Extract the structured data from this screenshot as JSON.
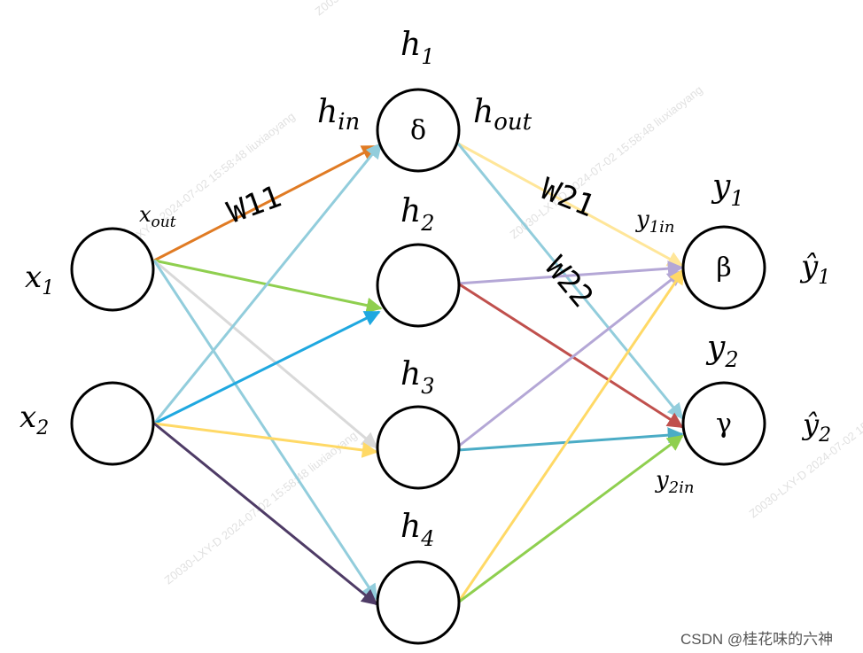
{
  "colors": {
    "orange": "#e07b24",
    "green": "#8fcf4f",
    "light_gray": "#d9d9d9",
    "light_blue": "#92cddc",
    "blue": "#1fa8e0",
    "yellow": "#ffd966",
    "dark_purple": "#4e3b66",
    "light_yellow": "#ffe699",
    "lavender": "#b4a7d6",
    "brown_red": "#c0504d",
    "teal": "#4bacc6"
  },
  "nodes": {
    "x1": {
      "label_main": "x",
      "label_sub": "1",
      "symbol": ""
    },
    "x2": {
      "label_main": "x",
      "label_sub": "2",
      "symbol": ""
    },
    "h1": {
      "label_main": "h",
      "label_sub": "1",
      "symbol": "δ"
    },
    "h2": {
      "label_main": "h",
      "label_sub": "2",
      "symbol": ""
    },
    "h3": {
      "label_main": "h",
      "label_sub": "3",
      "symbol": ""
    },
    "h4": {
      "label_main": "h",
      "label_sub": "4",
      "symbol": ""
    },
    "y1": {
      "label_main": "y",
      "label_sub": "1",
      "symbol": "β"
    },
    "y2": {
      "label_main": "y",
      "label_sub": "2",
      "symbol": "γ"
    }
  },
  "annotations": {
    "x_out": {
      "main": "x",
      "sub": "out"
    },
    "h_in": {
      "main": "h",
      "sub": "in"
    },
    "h_out": {
      "main": "h",
      "sub": "out"
    },
    "y1_in": {
      "main": "y",
      "sub": "1in"
    },
    "y2_in": {
      "main": "y",
      "sub": "2in"
    },
    "y1_hat": {
      "main": "ŷ",
      "sub": "1"
    },
    "y2_hat": {
      "main": "ŷ",
      "sub": "2"
    }
  },
  "weights": {
    "w11": "W11",
    "w21": "W21",
    "w22": "W22"
  },
  "watermark": {
    "text": "Z0030-LXY-D 2024-07-02 15:58:48 liuxiaoyang"
  },
  "credit": "CSDN @桂花味的六神"
}
